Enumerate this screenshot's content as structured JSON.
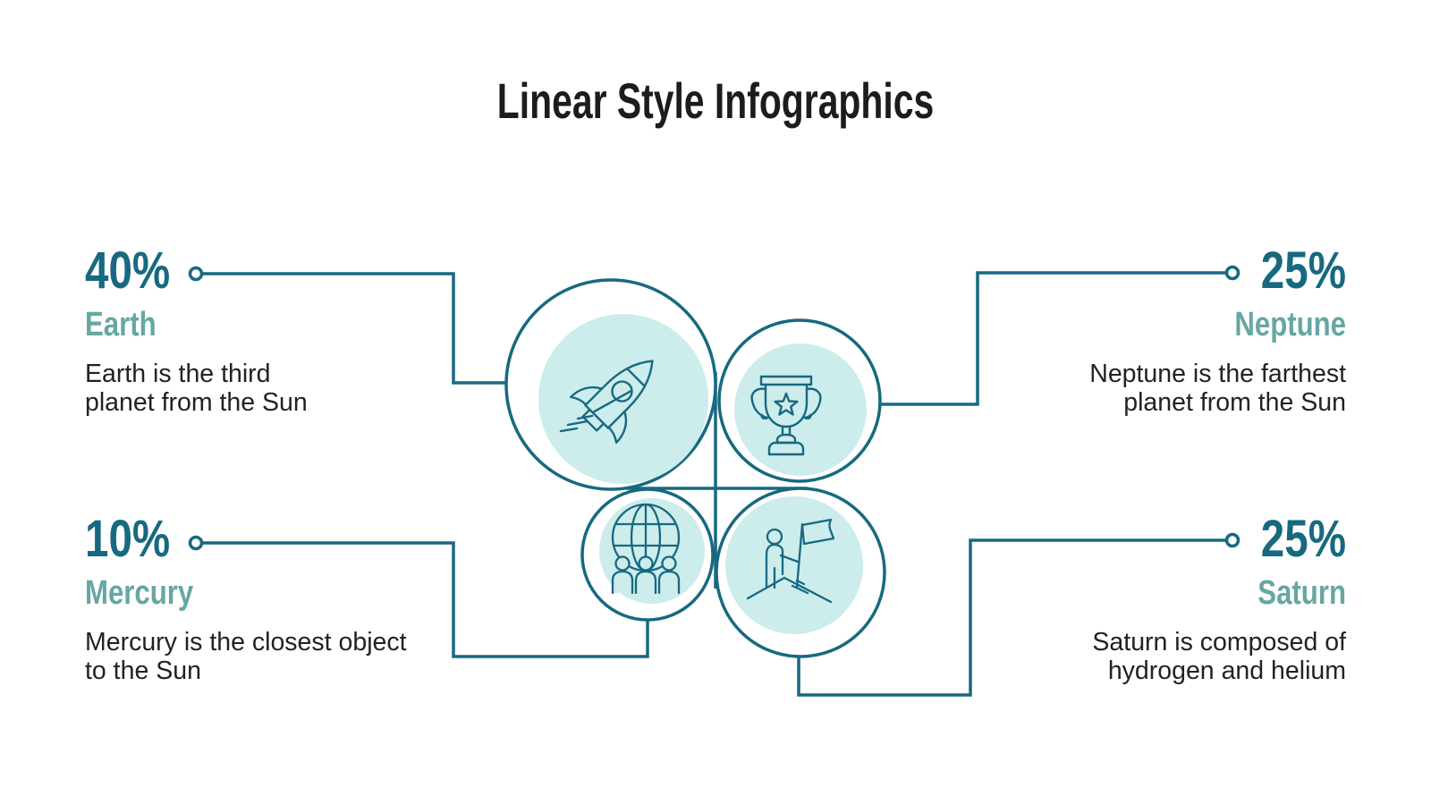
{
  "title": "Linear Style Infographics",
  "colors": {
    "accent_dark": "#176980",
    "accent_soft": "#65a7a3",
    "fill_light": "#cdecec",
    "text_dark": "#222222"
  },
  "items": [
    {
      "id": "earth",
      "position": "top-left",
      "percent": "40%",
      "name": "Earth",
      "desc_line1": "Earth is the third",
      "desc_line2": "planet from the Sun",
      "icon": "rocket-icon"
    },
    {
      "id": "neptune",
      "position": "top-right",
      "percent": "25%",
      "name": "Neptune",
      "desc_line1": "Neptune is the farthest",
      "desc_line2": "planet from the Sun",
      "icon": "trophy-icon"
    },
    {
      "id": "mercury",
      "position": "bottom-left",
      "percent": "10%",
      "name": "Mercury",
      "desc_line1": "Mercury is the closest object",
      "desc_line2": "to the Sun",
      "icon": "globe-team-icon"
    },
    {
      "id": "saturn",
      "position": "bottom-right",
      "percent": "25%",
      "name": "Saturn",
      "desc_line1": "Saturn is composed of",
      "desc_line2": "hydrogen and helium",
      "icon": "mountain-flag-icon"
    }
  ]
}
